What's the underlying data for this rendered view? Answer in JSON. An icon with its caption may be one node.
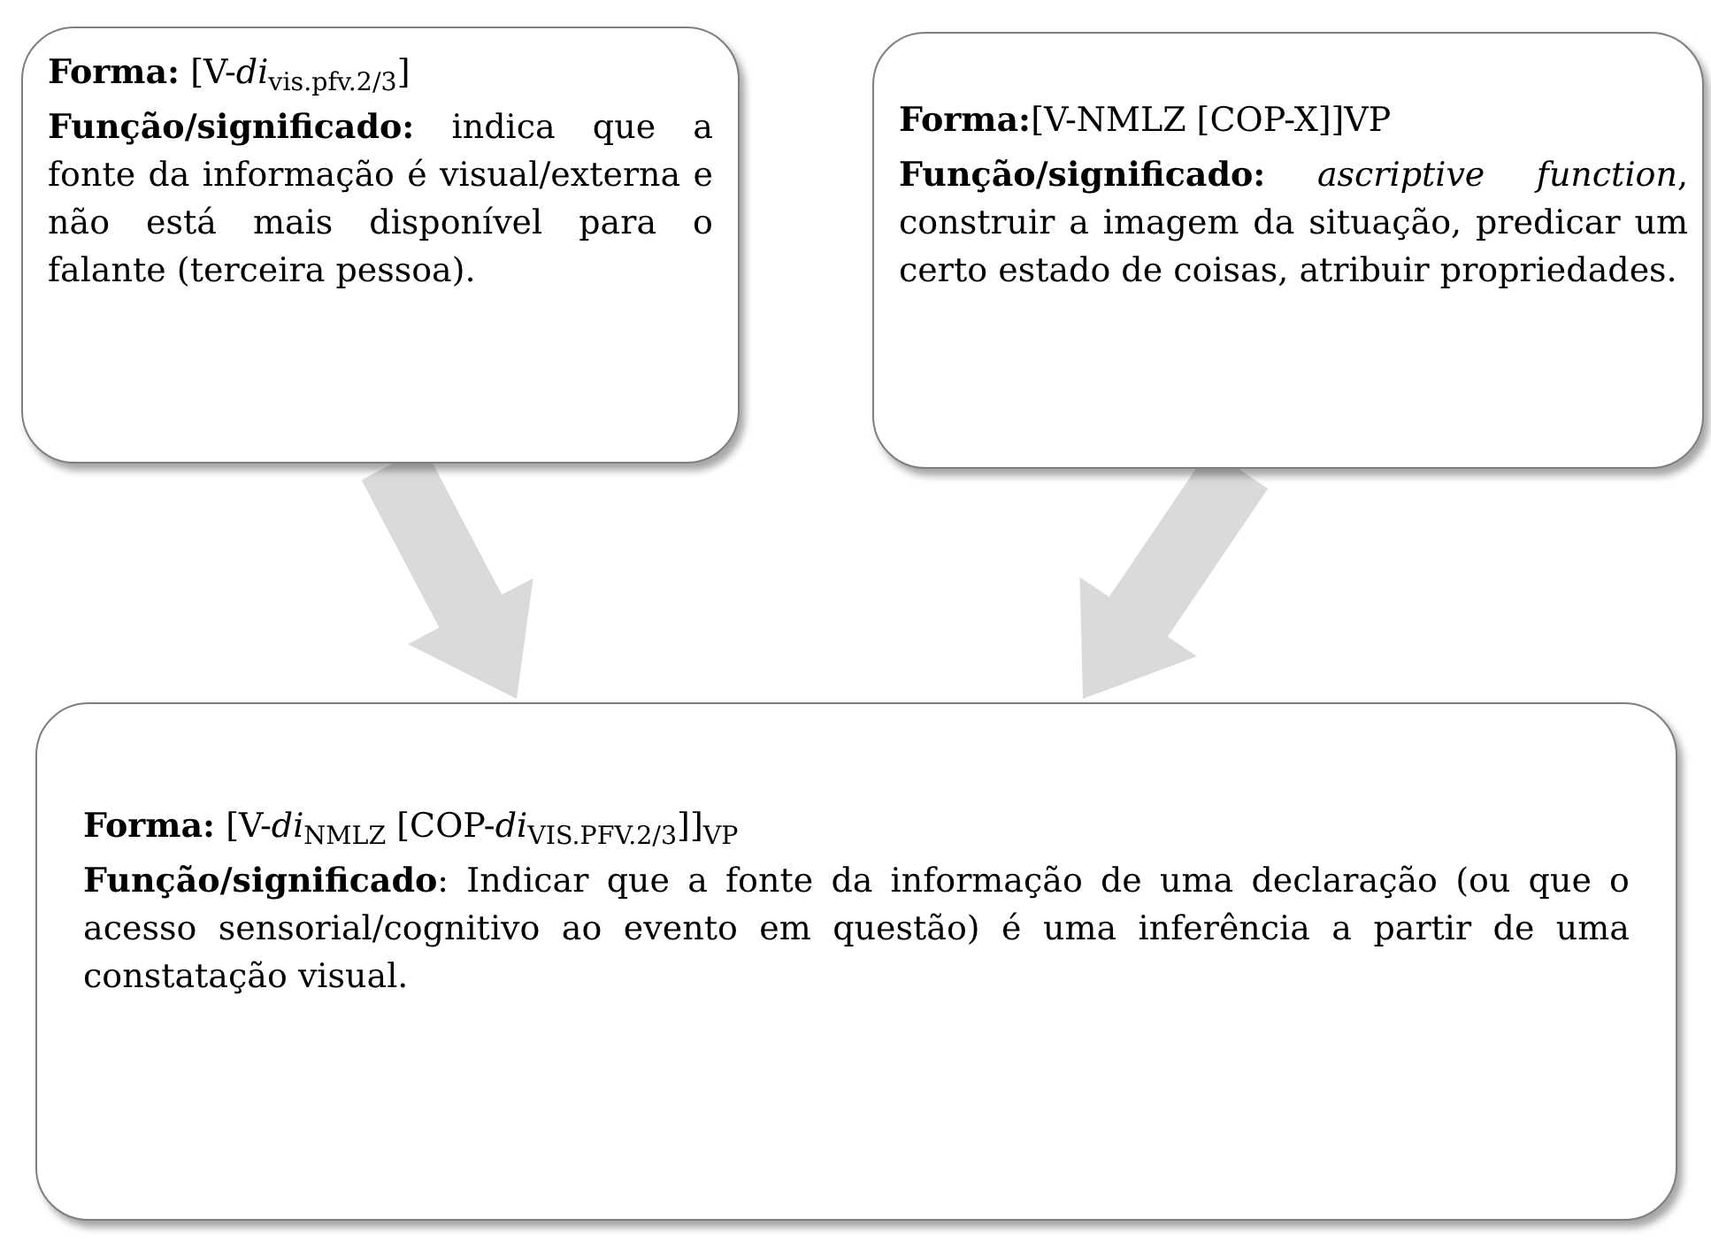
{
  "diagram": {
    "nodes": [
      {
        "text": [
          "**Forma:** [V-*di*$_{vis.pfv.2/3}$]",
          "**Função/significado:** indica que a fonte da informação é visual/externa e não está mais disponível para o falante (terceira pessoa)."
        ]
      },
      {
        "text": [
          "**Forma:**[V-NMLZ [COP-X]]VP",
          "**Função/significado:** *ascriptive function*, construir a imagem da situação, predicar um certo estado de coisas, atribuir propriedades."
        ]
      },
      {
        "text": [
          "**Forma:** [V-*di*$_{NMLZ}$ [COP-*di*$_{VIS.PFV.2/3}$]]$_{VP}$",
          "**Função/significado**: Indicar que a fonte da informação de uma declaração (ou que o acesso sensorial/cognitivo ao evento em questão) é uma inferência a partir de uma constatação visual."
        ]
      }
    ],
    "edges": [
      {
        "from": 0,
        "to": 2,
        "arrow": "to"
      },
      {
        "from": 1,
        "to": 2,
        "arrow": "to"
      }
    ]
  }
}
